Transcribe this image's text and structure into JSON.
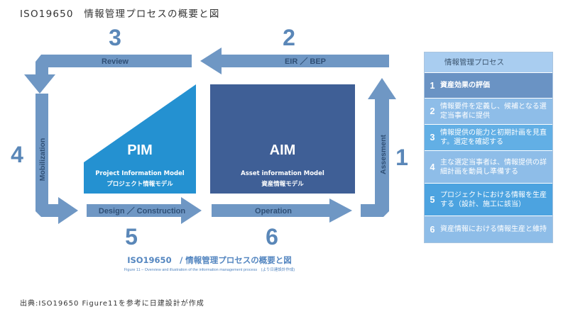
{
  "title": "ISO19650　情報管理プロセスの概要と図",
  "arrows": {
    "top_right": {
      "label": "EIR ／ BEP",
      "number": "2"
    },
    "top_left": {
      "label": "Review",
      "number": "3"
    },
    "left": {
      "label": "Mobilization",
      "number": "4"
    },
    "bottom_left": {
      "label": "Design ／ Construction",
      "number": "5"
    },
    "bottom_right": {
      "label": "Operation",
      "number": "6"
    },
    "right": {
      "label": "Assesment",
      "number": "1"
    }
  },
  "pim": {
    "abbr": "PIM",
    "name_en": "Project Information Model",
    "name_jp": "プロジェクト情報モデル"
  },
  "aim": {
    "abbr": "AIM",
    "name_en": "Asset information Model",
    "name_jp": "資産情報モデル"
  },
  "caption": {
    "main": "ISO19650　/ 情報管理プロセスの概要と図",
    "sub": "Figure 11 – Overview and illustration of the information management process　(より日建設計作成)"
  },
  "source": "出典:ISO19650 Figure11を参考に日建設計が作成",
  "panel": {
    "header": "情報管理プロセス",
    "steps": [
      {
        "num": "1",
        "text": "資産効果の評価",
        "bg": "#6a93c4"
      },
      {
        "num": "2",
        "text": "情報要件を定義し、候補となる選定当事者に提供",
        "bg": "#8ebde8"
      },
      {
        "num": "3",
        "text": "情報提供の能力と初期計画を見直す。選定を確認する",
        "bg": "#62afe5"
      },
      {
        "num": "4",
        "text": "主な選定当事者は、情報提供の詳細計画を動員し準備する",
        "bg": "#8ebde8"
      },
      {
        "num": "5",
        "text": "プロジェクトにおける情報を生産する（設計、施工に該当）",
        "bg": "#4ca3e0"
      },
      {
        "num": "6",
        "text": "資産情報における情報生産と維持",
        "bg": "#8ebde8"
      }
    ]
  },
  "colors": {
    "arrow": "#6f97c4",
    "pim": "#2491d1",
    "aim": "#3f5f96"
  }
}
